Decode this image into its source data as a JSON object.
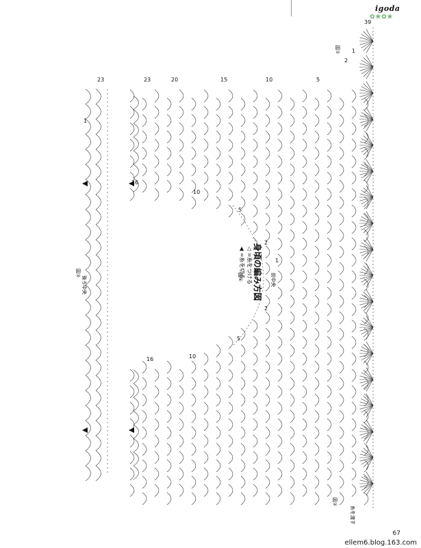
{
  "brand": {
    "name": "igoda",
    "deco": "✿❀✿❀"
  },
  "diagram": {
    "title": "身頃の編み方図",
    "legend": [
      "◁ =糸をつける",
      "◀ =糸を切る"
    ],
    "labels": {
      "fig1": "図①",
      "fig2": "図②",
      "fig3": "図③",
      "fig4": "図④",
      "back_center": "後ろ中央",
      "front_center": "前中央",
      "thread_note": "糸を渡す"
    },
    "row_numbers": {
      "r39": "39",
      "r1": "1",
      "r2": "2",
      "r5": "5",
      "r10": "10",
      "r15": "15",
      "r16": "16",
      "r20": "20",
      "r23": "23"
    }
  },
  "footer": {
    "page": "67",
    "blog": "ellem6.blog.163.com"
  }
}
